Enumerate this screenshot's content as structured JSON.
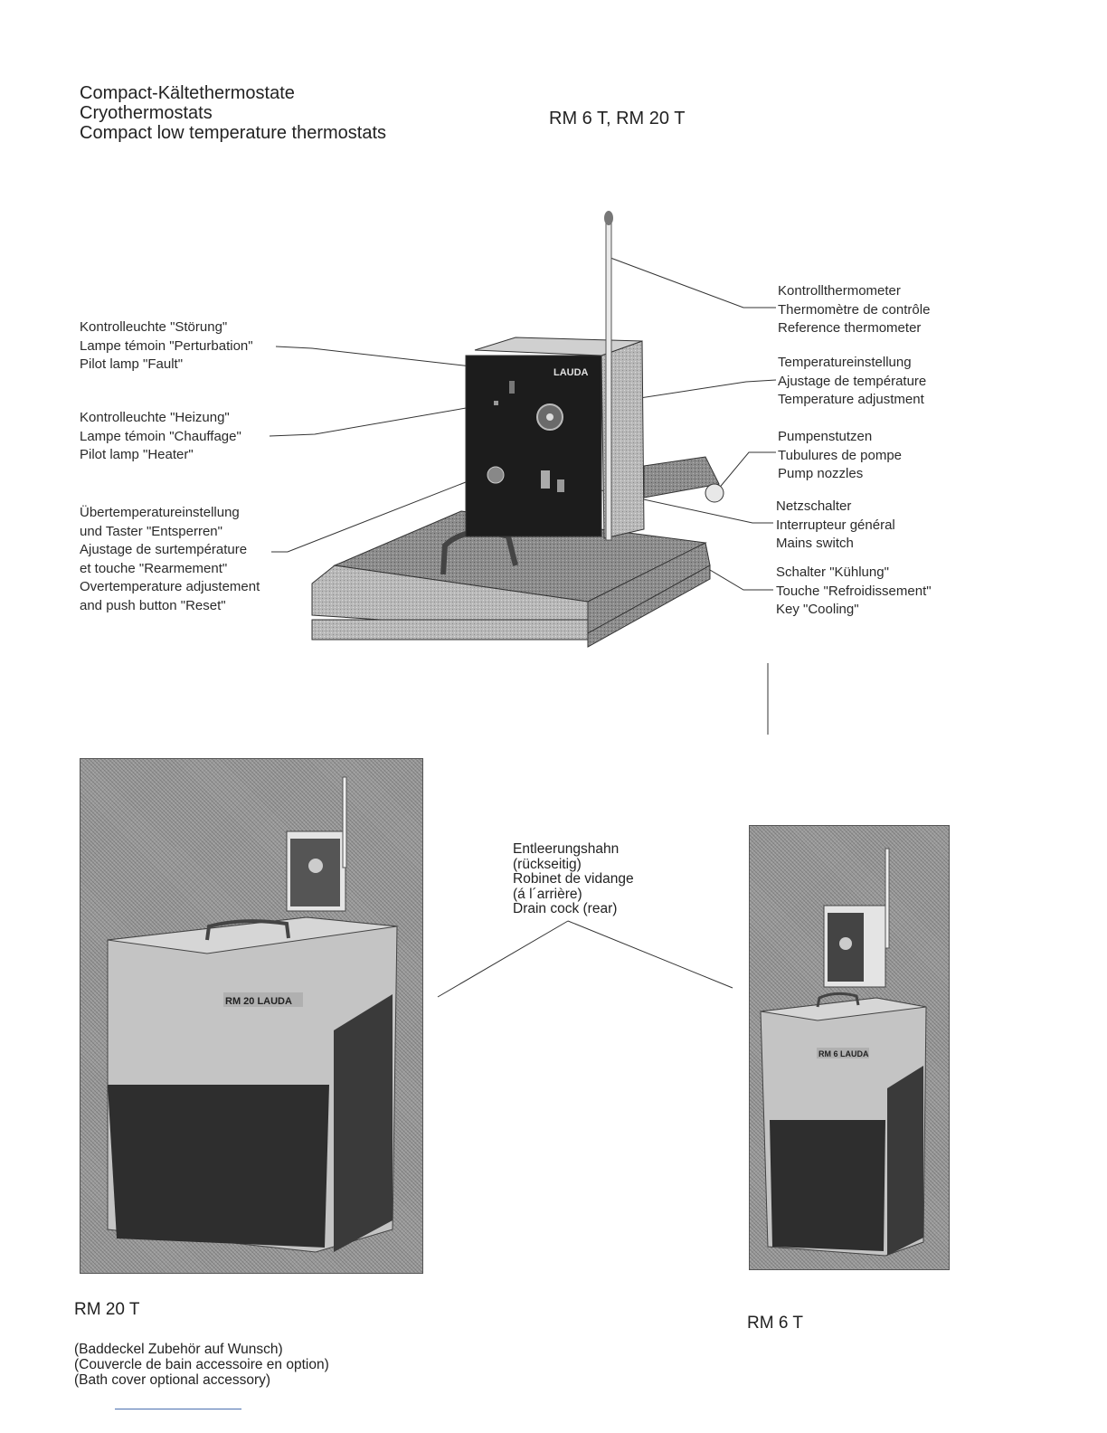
{
  "header": {
    "title_lines": [
      "Compact-Kältethermostate",
      "Cryothermostats",
      "Compact low temperature thermostats"
    ],
    "models": "RM 6 T, RM 20 T"
  },
  "diagram": {
    "brand": "LAUDA",
    "left_labels": [
      {
        "lines": [
          "Kontrolleuchte \"Störung\"",
          "Lampe témoin \"Perturbation\"",
          "Pilot lamp \"Fault\""
        ]
      },
      {
        "lines": [
          "Kontrolleuchte \"Heizung\"",
          "Lampe témoin \"Chauffage\"",
          "Pilot lamp \"Heater\""
        ]
      },
      {
        "lines": [
          "Übertemperatureinstellung",
          "und Taster \"Entsperren\"",
          "Ajustage de surtempérature",
          "et touche \"Rearmement\"",
          "Overtemperature adjustement",
          "and push button \"Reset\""
        ]
      }
    ],
    "right_labels": [
      {
        "lines": [
          "Kontrollthermometer",
          "Thermomètre de contrôle",
          "Reference thermometer"
        ]
      },
      {
        "lines": [
          "Temperatureinstellung",
          "Ajustage de température",
          "Temperature adjustment"
        ]
      },
      {
        "lines": [
          "Pumpenstutzen",
          "Tubulures de pompe",
          "Pump nozzles"
        ]
      },
      {
        "lines": [
          "Netzschalter",
          "Interrupteur général",
          "Mains switch"
        ]
      },
      {
        "lines": [
          "Schalter \"Kühlung\"",
          "Touche \"Refroidissement\"",
          "Key \"Cooling\""
        ]
      }
    ]
  },
  "drain_label": {
    "lines": [
      "Entleerungshahn",
      "(rückseitig)",
      "Robinet de vidange",
      "(á l´arrière)",
      "Drain cock (rear)"
    ]
  },
  "photos": {
    "large_badge": "RM 20 LAUDA",
    "small_badge": "RM 6 LAUDA"
  },
  "captions": {
    "rm20": "RM 20 T",
    "rm6": "RM 6 T",
    "note_lines": [
      "(Baddeckel Zubehör auf Wunsch)",
      "(Couvercle de bain accessoire en option)",
      "(Bath cover optional accessory)"
    ]
  }
}
